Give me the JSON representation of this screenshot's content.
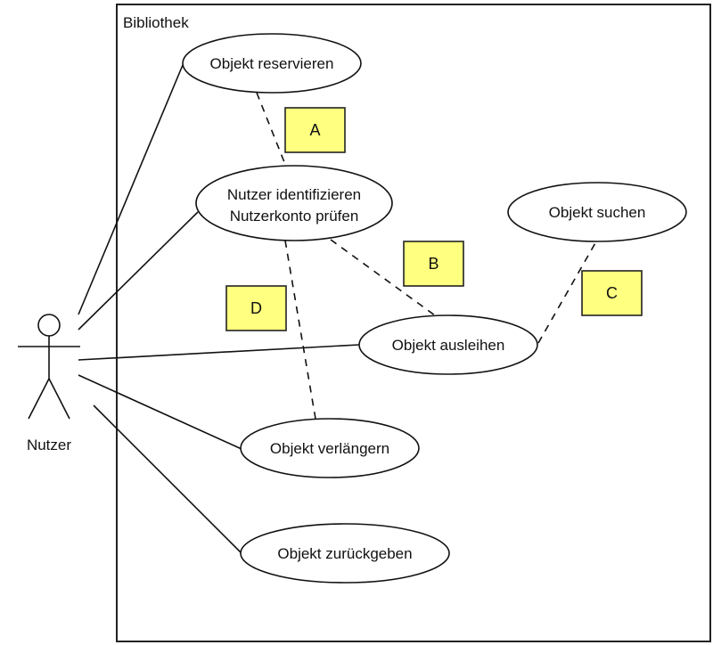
{
  "diagram": {
    "type": "uml-use-case",
    "system": {
      "id": "system",
      "label": "Bibliothek"
    },
    "actor": {
      "id": "actor",
      "label": "Nutzer"
    },
    "use_cases": [
      {
        "id": "reservieren",
        "lines": [
          "Objekt reservieren"
        ]
      },
      {
        "id": "identifizieren",
        "lines": [
          "Nutzer identifizieren",
          "Nutzerkonto prüfen"
        ]
      },
      {
        "id": "suchen",
        "lines": [
          "Objekt suchen"
        ]
      },
      {
        "id": "ausleihen",
        "lines": [
          "Objekt ausleihen"
        ]
      },
      {
        "id": "verlaengern",
        "lines": [
          "Objekt verlängern"
        ]
      },
      {
        "id": "zurueckgeben",
        "lines": [
          "Objekt zurückgeben"
        ]
      }
    ],
    "associations": [
      {
        "from": "actor",
        "to": "reservieren"
      },
      {
        "from": "actor",
        "to": "identifizieren"
      },
      {
        "from": "actor",
        "to": "ausleihen"
      },
      {
        "from": "actor",
        "to": "verlaengern"
      },
      {
        "from": "actor",
        "to": "zurueckgeben"
      }
    ],
    "dependencies": [
      {
        "from": "reservieren",
        "to": "identifizieren",
        "label_box": "A"
      },
      {
        "from": "identifizieren",
        "to": "ausleihen",
        "label_box": "B"
      },
      {
        "from": "ausleihen",
        "to": "suchen",
        "label_box": "C"
      },
      {
        "from": "identifizieren",
        "to": "verlaengern",
        "label_box": "D"
      }
    ],
    "label_boxes": [
      {
        "id": "A",
        "text": "A"
      },
      {
        "id": "B",
        "text": "B"
      },
      {
        "id": "C",
        "text": "C"
      },
      {
        "id": "D",
        "text": "D"
      }
    ],
    "colors": {
      "label_box_fill": "#ffff80",
      "stroke": "#111111",
      "background": "#ffffff"
    }
  }
}
